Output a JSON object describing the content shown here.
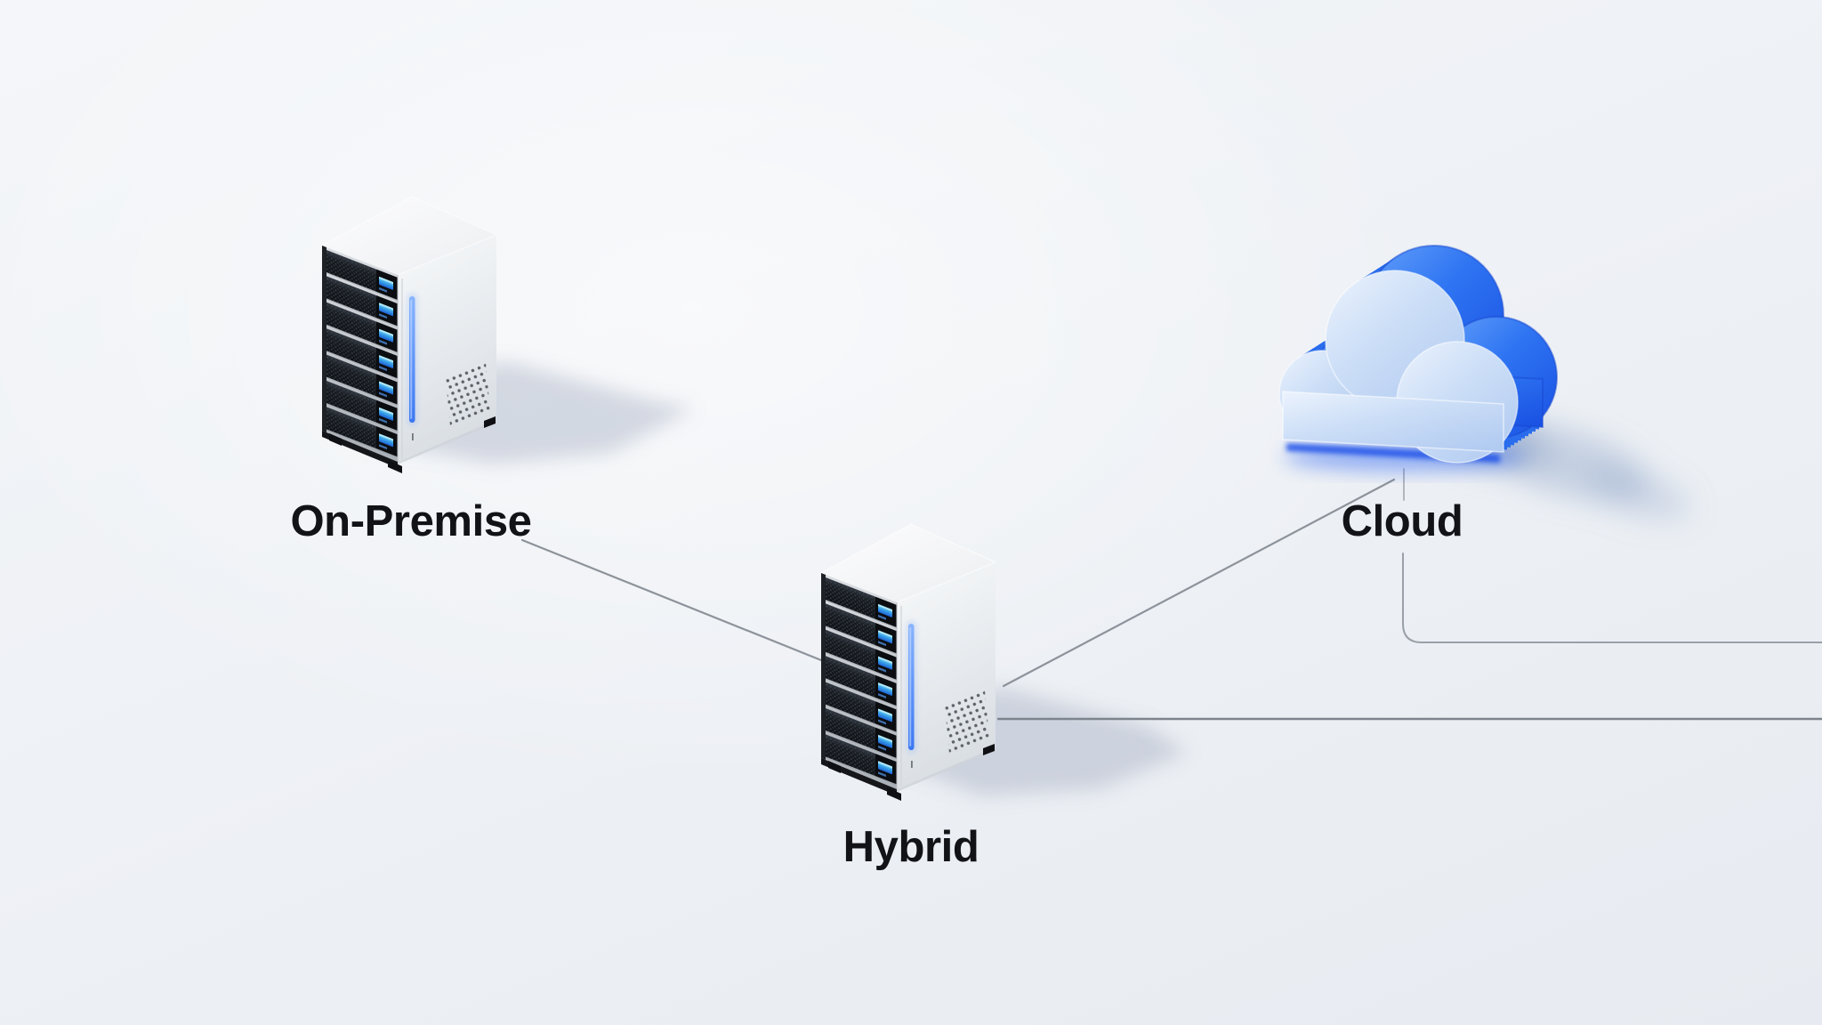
{
  "diagram": {
    "type": "network-architecture-illustration",
    "nodes": [
      {
        "id": "on-premise",
        "label": "On-Premise",
        "icon": "server-rack-icon"
      },
      {
        "id": "hybrid",
        "label": "Hybrid",
        "icon": "server-rack-icon"
      },
      {
        "id": "cloud",
        "label": "Cloud",
        "icon": "cloud-icon"
      }
    ],
    "edges": [
      {
        "from": "on-premise",
        "to": "hybrid"
      },
      {
        "from": "hybrid",
        "to": "cloud"
      },
      {
        "from": "cloud",
        "to": "offscreen-right"
      },
      {
        "from": "hybrid",
        "to": "offscreen-right"
      }
    ],
    "colors": {
      "background": "#eef1f5",
      "accent_blue": "#2e74f0",
      "cloud_front": "#cfe0f6",
      "server_body": "#f2f4f6",
      "server_bay": "#15181c",
      "led_strip": "#4f8df5",
      "connector_gray": "#8d939b",
      "label_text": "#121317"
    }
  }
}
